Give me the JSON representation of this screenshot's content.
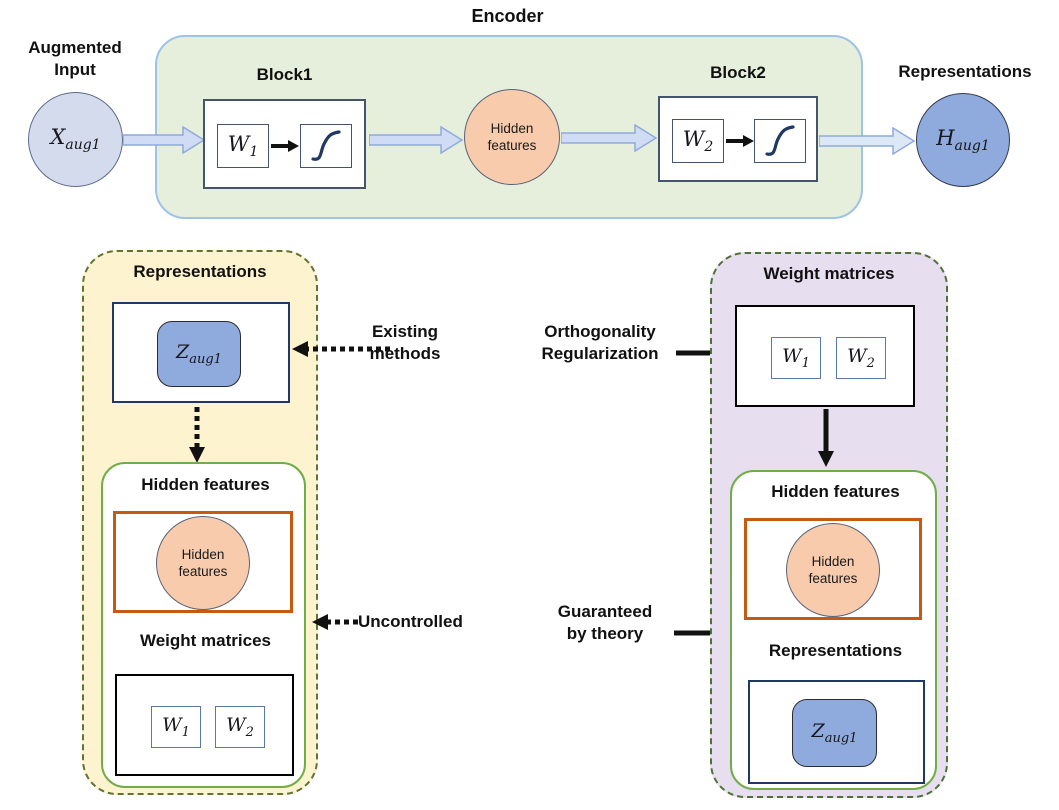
{
  "colors": {
    "encoder_fill": "#e5efdc",
    "encoder_border": "#9dc3e6",
    "input_circle_fill": "#d4dbec",
    "blue_node_fill": "#8faadc",
    "hidden_circle_fill": "#f8cbad",
    "left_panel_fill": "#fdf3cf",
    "left_panel_border": "#5f7433",
    "right_panel_fill": "#e7def0",
    "right_panel_border": "#4e7137",
    "orange_border": "#c55a11",
    "navy_border": "#1f3864",
    "green_inner_border": "#70ad47",
    "block_arrow_fill": "#cfdcf3",
    "block_arrow_border": "#8faadc"
  },
  "encoder": {
    "title": "Encoder",
    "augmented_line1": "Augmented",
    "augmented_line2": "Input",
    "input_base": "X",
    "input_sub": "aug1",
    "block1_label": "Block1",
    "w1_base": "W",
    "w1_sub": "1",
    "hidden_line1": "Hidden",
    "hidden_line2": "features",
    "block2_label": "Block2",
    "w2_base": "W",
    "w2_sub": "2",
    "representations_label": "Representations",
    "output_base": "H",
    "output_sub": "aug1"
  },
  "left_panel": {
    "representations_title": "Representations",
    "z_base": "Z",
    "z_sub": "aug1",
    "hidden_title": "Hidden features",
    "hidden_line1": "Hidden",
    "hidden_line2": "features",
    "weights_title": "Weight matrices",
    "w1_base": "W",
    "w1_sub": "1",
    "w2_base": "W",
    "w2_sub": "2"
  },
  "right_panel": {
    "weights_title": "Weight matrices",
    "w1_base": "W",
    "w1_sub": "1",
    "w2_base": "W",
    "w2_sub": "2",
    "hidden_title": "Hidden features",
    "hidden_line1": "Hidden",
    "hidden_line2": "features",
    "representations_title": "Representations",
    "z_base": "Z",
    "z_sub": "aug1"
  },
  "annotations": {
    "existing_line1": "Existing",
    "existing_line2": "methods",
    "uncontrolled": "Uncontrolled",
    "ortho_line1": "Orthogonality",
    "ortho_line2": "Regularization",
    "guaranteed_line1": "Guaranteed",
    "guaranteed_line2": "by theory"
  }
}
